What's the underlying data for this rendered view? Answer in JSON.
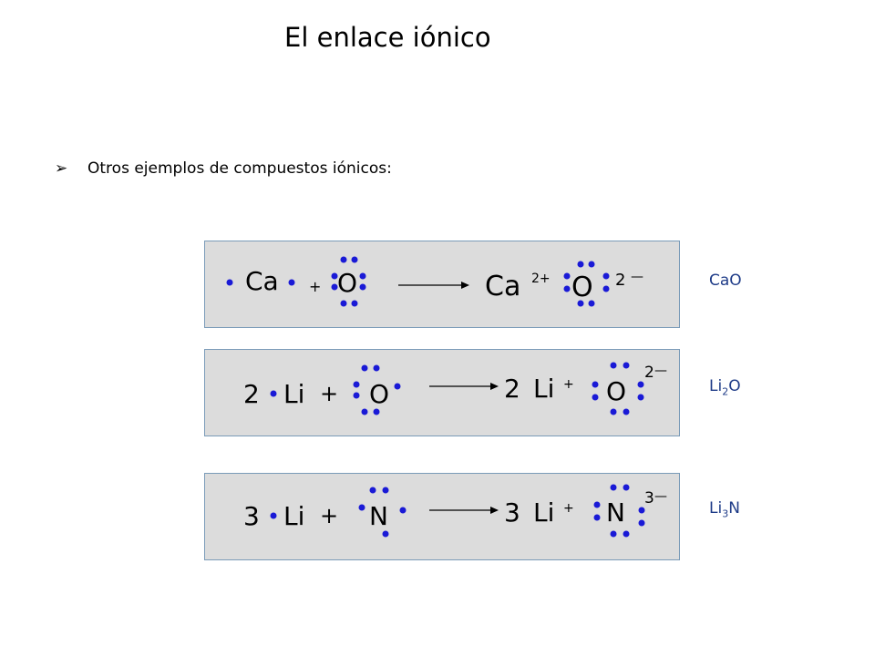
{
  "title": "El enlace iónico",
  "bullet": {
    "marker": "➢",
    "text": "Otros ejemplos de compuestos iónicos:"
  },
  "colors": {
    "electron_dot": "#1a1ad6",
    "panel_bg": "#dcdcdc",
    "panel_border": "#7a9bb8",
    "formula_text": "#1f3c88"
  },
  "reactions": [
    {
      "reactant_metal": "Ca",
      "plus": "+",
      "reactant_nonmetal": "O",
      "product_cation": "Ca",
      "product_cation_charge": "2+",
      "product_anion": "O",
      "product_anion_charge": "2",
      "product_anion_sign": "—",
      "formula_main": "CaO"
    },
    {
      "coefficient": "2",
      "reactant_metal": "Li",
      "plus": "+",
      "reactant_nonmetal": "O",
      "product_coefficient": "2",
      "product_cation": "Li",
      "product_cation_charge": "+",
      "product_anion": "O",
      "product_anion_charge": "2",
      "product_anion_sign": "—",
      "formula_a": "Li",
      "formula_sub": "2",
      "formula_b": "O"
    },
    {
      "coefficient": "3",
      "reactant_metal": "Li",
      "plus": "+",
      "reactant_nonmetal": "N",
      "product_coefficient": "3",
      "product_cation": "Li",
      "product_cation_charge": "+",
      "product_anion": "N",
      "product_anion_charge": "3",
      "product_anion_sign": "—",
      "formula_a": "Li",
      "formula_sub": "3",
      "formula_b": "N"
    }
  ]
}
